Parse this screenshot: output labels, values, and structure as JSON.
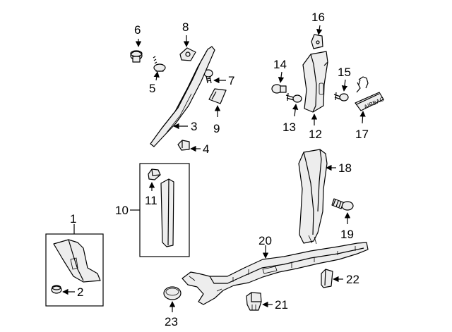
{
  "callouts": {
    "c1": "1",
    "c2": "2",
    "c3": "3",
    "c4": "4",
    "c5": "5",
    "c6": "6",
    "c7": "7",
    "c8": "8",
    "c9": "9",
    "c10": "10",
    "c11": "11",
    "c12": "12",
    "c13": "13",
    "c14": "14",
    "c15": "15",
    "c16": "16",
    "c17": "17",
    "c18": "18",
    "c19": "19",
    "c20": "20",
    "c21": "21",
    "c22": "22",
    "c23": "23"
  },
  "part_text": {
    "airbag": "AIRBAG"
  }
}
